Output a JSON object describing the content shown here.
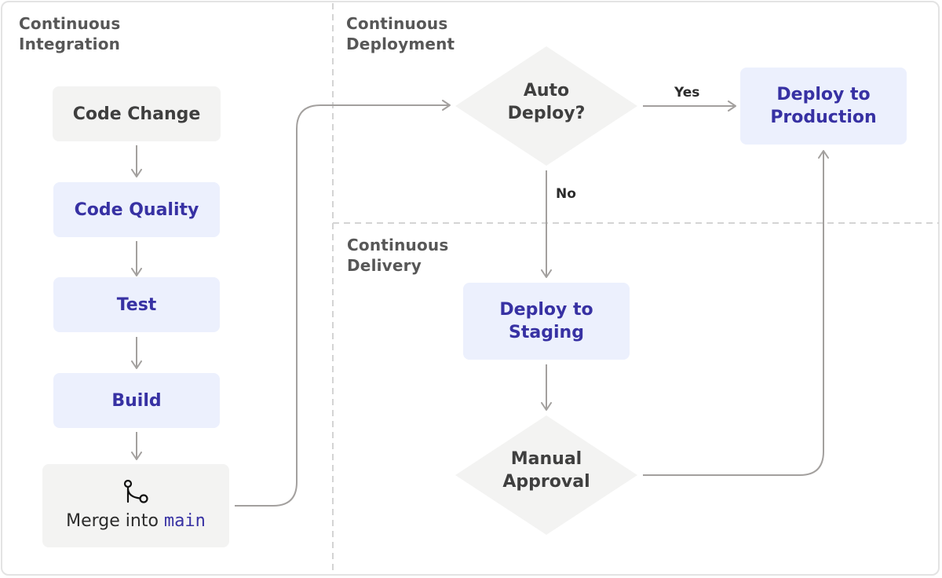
{
  "sections": {
    "ci": "Continuous\nIntegration",
    "deployment": "Continuous\nDeployment",
    "delivery": "Continuous\nDelivery"
  },
  "nodes": {
    "code_change": "Code Change",
    "code_quality": "Code Quality",
    "test": "Test",
    "build": "Build",
    "merge_prefix": "Merge into",
    "merge_branch": "main",
    "auto_deploy": "Auto\nDeploy?",
    "deploy_production": "Deploy to\nProduction",
    "deploy_staging": "Deploy to\nStaging",
    "manual_approval": "Manual\nApproval"
  },
  "edges": {
    "yes": "Yes",
    "no": "No"
  },
  "colors": {
    "gray_box": "#f3f3f2",
    "blue_box": "#ecf0fd",
    "blue_text": "#3731a3",
    "arrow": "#a3a09e",
    "divider": "#d4d4d4"
  },
  "icons": {
    "merge": "git-merge-icon"
  }
}
